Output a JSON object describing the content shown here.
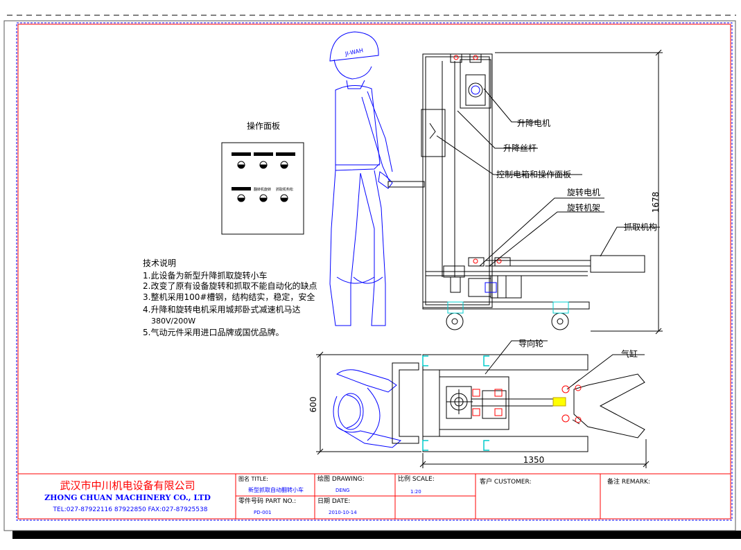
{
  "panel": {
    "title": "操作面板",
    "label_a": "翻转机旋转",
    "label_b": "抓取机构松"
  },
  "annotations": {
    "lift_motor": "升降电机",
    "lift_screw": "升降丝杆",
    "control_box": "控制电箱和操作面板",
    "rotate_motor": "旋转电机",
    "rotate_frame": "旋转机架",
    "grab_mechanism": "抓取机构",
    "guide_wheel": "导向轮",
    "cylinder": "气缸",
    "helmet_text": "JI-WAH"
  },
  "dimensions": {
    "height": "1678",
    "width": "600",
    "length": "1350"
  },
  "tech_notes": {
    "heading": "技术说明",
    "line1": "1.此设备为新型升降抓取旋转小车",
    "line2": "2.改变了原有设备旋转和抓取不能自动化的缺点",
    "line3": "3.整机采用100#槽钢，结构结实，稳定，安全",
    "line4": "4.升降和旋转电机采用城邦卧式减速机马达",
    "line4b": "380V/200W",
    "line5": "5.气动元件采用进口品牌或国优品牌。"
  },
  "title_block": {
    "company_cn": "武汉市中川机电设备有限公司",
    "company_en": "ZHONG CHUAN MACHINERY CO., LTD",
    "contact": "TEL:027-87922116  87922850   FAX:027-87925538",
    "title_label": "图名 TITLE:",
    "title_value": "新型抓取自动翻转小车",
    "part_label": "零件号码 PART NO.:",
    "part_value": "PD-001",
    "drawing_label": "绘图 DRAWING:",
    "drawing_value": "DENG",
    "date_label": "日期 DATE:",
    "date_value": "2010-10-14",
    "scale_label": "比例 SCALE:",
    "scale_value": "1:20",
    "customer_label": "客户 CUSTOMER:",
    "remark_label": "备注 REMARK:"
  }
}
